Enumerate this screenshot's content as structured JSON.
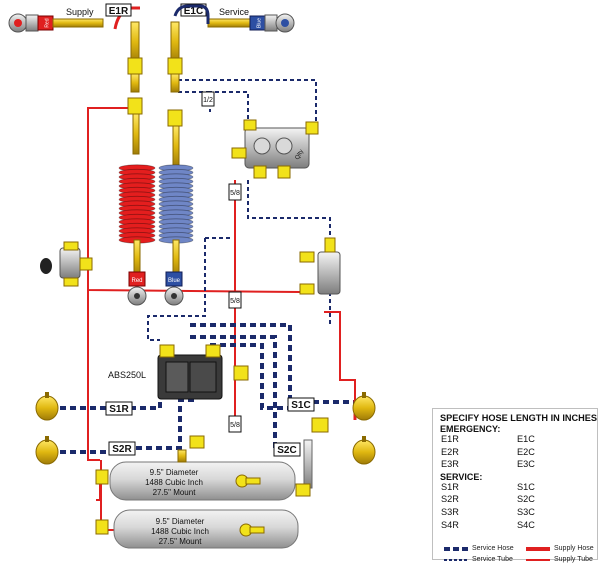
{
  "connectors": {
    "supply": "Supply",
    "service": "Service",
    "e1r": "E1R",
    "e1c": "E1C"
  },
  "glad_hands": {
    "supply_tag": "Red",
    "service_tag": "Blue"
  },
  "coils": {
    "red_tag": "Red",
    "blue_tag": "Blue"
  },
  "tube_marks": {
    "half": "1/2",
    "five_eighths_a": "5/8",
    "five_eighths_b": "5/8",
    "five_eighths_c": "5/8"
  },
  "valve_tag": "Qlty",
  "abs": {
    "label": "ABS250L"
  },
  "hose_tags": {
    "s1r": "S1R",
    "s2r": "S2R",
    "s1c": "S1C",
    "s2c": "S2C"
  },
  "tanks": [
    {
      "line1": "9.5\" Diameter",
      "line2": "1488 Cubic Inch",
      "line3": "27.5\" Mount"
    },
    {
      "line1": "9.5\" Diameter",
      "line2": "1488 Cubic Inch",
      "line3": "27.5\" Mount"
    }
  ],
  "spec": {
    "title": "SPECIFY HOSE LENGTH IN INCHES",
    "emergency_label": "EMERGENCY:",
    "emergency": [
      [
        "E1R",
        "E1C"
      ],
      [
        "E2R",
        "E2C"
      ],
      [
        "E3R",
        "E3C"
      ]
    ],
    "service_label": "SERVICE:",
    "service": [
      [
        "S1R",
        "S1C"
      ],
      [
        "S2R",
        "S2C"
      ],
      [
        "S3R",
        "S3C"
      ],
      [
        "S4R",
        "S4C"
      ]
    ]
  },
  "legend": {
    "service_hose": "Service Hose",
    "service_tube": "Service Tube",
    "supply_hose": "Supply Hose",
    "supply_tube": "Supply Tube"
  },
  "colors": {
    "supply": "#e02020",
    "service": "#1b2a6b",
    "fitting": "#f2e21a",
    "coil_red": "#e41e1e",
    "coil_blue": "#6f86c6"
  }
}
